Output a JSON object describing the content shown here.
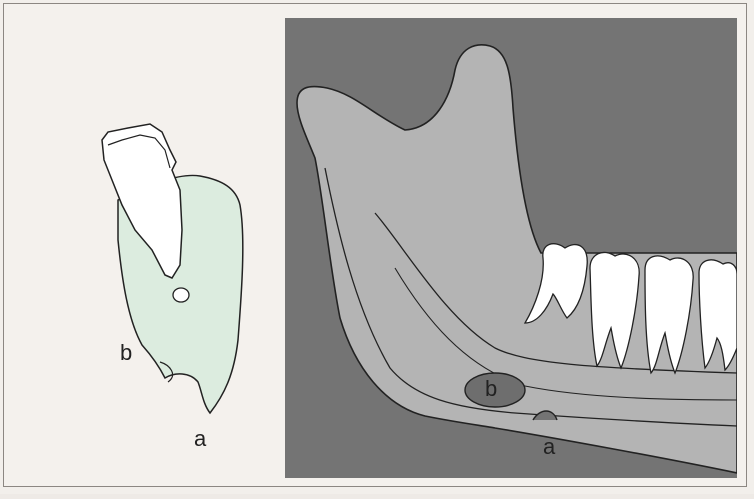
{
  "left_figure": {
    "label_a": "a",
    "label_b": "b"
  },
  "right_figure": {
    "label_a": "a",
    "label_b": "b"
  },
  "colors": {
    "page_background": "#f2efeb",
    "cross_section_fill": "#dcecdf",
    "panel_background": "#747474",
    "bone_fill": "#b4b4b4",
    "canal_fill": "#6e6e6e",
    "tooth_fill": "#ffffff",
    "outline": "#222222"
  }
}
